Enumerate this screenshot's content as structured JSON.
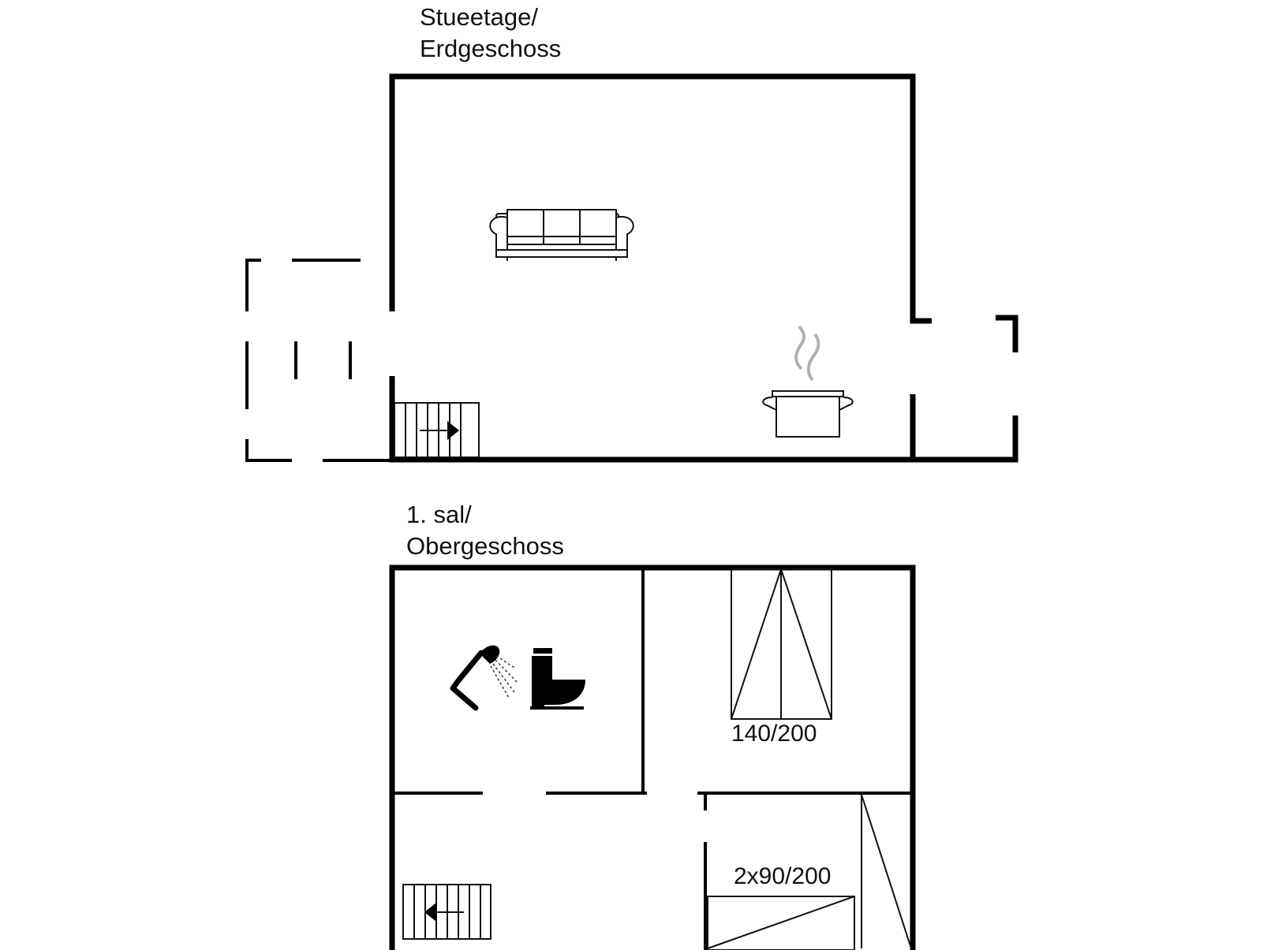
{
  "floors": {
    "ground": {
      "title_line1": "Stueetage/",
      "title_line2": "Erdgeschoss"
    },
    "upper": {
      "title_line1": "1. sal/",
      "title_line2": "Obergeschoss"
    }
  },
  "beds": {
    "double": "140/200",
    "twin": "2x90/200"
  },
  "icons": [
    "sofa-icon",
    "cooking-pot-icon",
    "shower-icon",
    "toilet-icon",
    "stairs-up-icon",
    "stairs-down-icon",
    "double-bed-icon",
    "single-bed-icon"
  ]
}
